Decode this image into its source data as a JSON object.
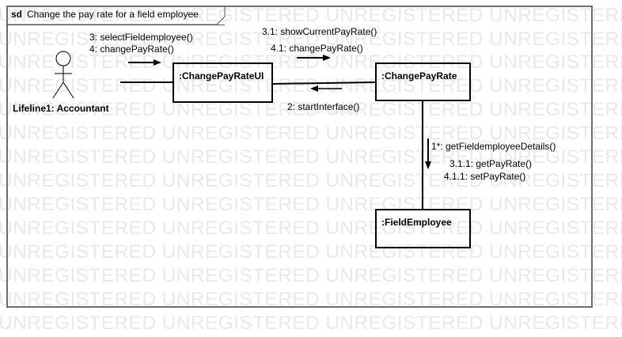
{
  "watermark": {
    "text": "UNREGISTERED UNREGISTERED UNREGISTERED UNREGISTERED UNREGISTERED"
  },
  "frame": {
    "keyword": "sd",
    "title": "Change the pay rate for a field employee"
  },
  "actor": {
    "label": "Lifeline1: Accountant"
  },
  "objects": {
    "ui": ":ChangePayRateUI",
    "control": ":ChangePayRate",
    "entity": ":FieldEmployee"
  },
  "messages": {
    "select_field_employee": "3: selectFieldemployee()",
    "change_pay_rate": "4: changePayRate()",
    "show_current_pay_rate": "3.1: showCurrentPayRate()",
    "change_pay_rate_nested": "4.1: changePayRate()",
    "start_interface": "2: startInterface()",
    "get_details": "1*: getFieldemployeeDetails()",
    "get_pay_rate": "3.1.1: getPayRate()",
    "set_pay_rate": "4.1.1: setPayRate()"
  }
}
